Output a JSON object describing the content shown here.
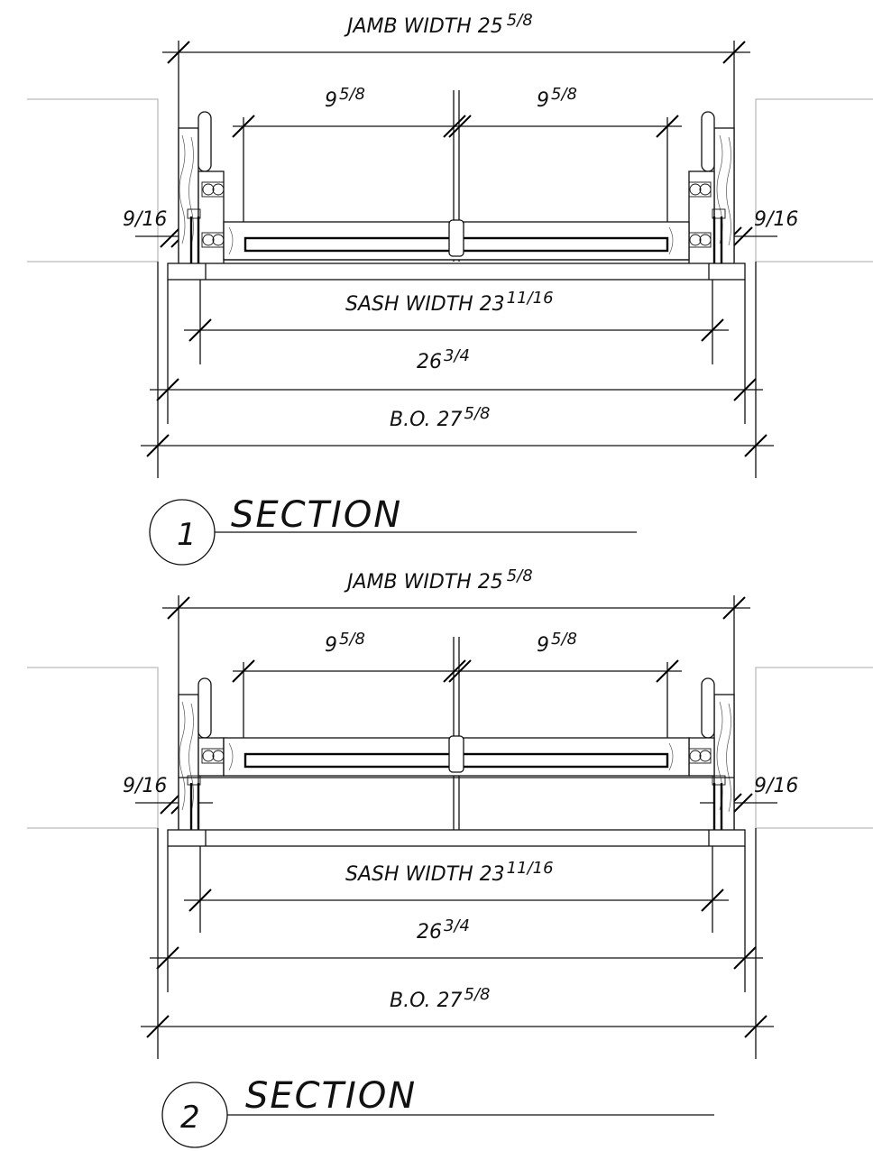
{
  "sections": [
    {
      "number": "1",
      "title": "SECTION",
      "dims": {
        "jamb_width": "JAMB WIDTH 25",
        "jamb_width_frac": "5/8",
        "left_glass": "9",
        "left_glass_frac": "5/8",
        "right_glass": "9",
        "right_glass_frac": "5/8",
        "left_offset": "9/16",
        "right_offset": "9/16",
        "sash_width": "SASH WIDTH 23",
        "sash_width_frac": "11/16",
        "overall": "26",
        "overall_frac": "3/4",
        "rough_opening": "B.O. 27",
        "rough_opening_frac": "5/8"
      }
    },
    {
      "number": "2",
      "title": "SECTION",
      "dims": {
        "jamb_width": "JAMB WIDTH 25",
        "jamb_width_frac": "5/8",
        "left_glass": "9",
        "left_glass_frac": "5/8",
        "right_glass": "9",
        "right_glass_frac": "5/8",
        "left_offset": "9/16",
        "right_offset": "9/16",
        "sash_width": "SASH WIDTH 23",
        "sash_width_frac": "11/16",
        "overall": "26",
        "overall_frac": "3/4",
        "rough_opening": "B.O. 27",
        "rough_opening_frac": "5/8"
      }
    }
  ]
}
